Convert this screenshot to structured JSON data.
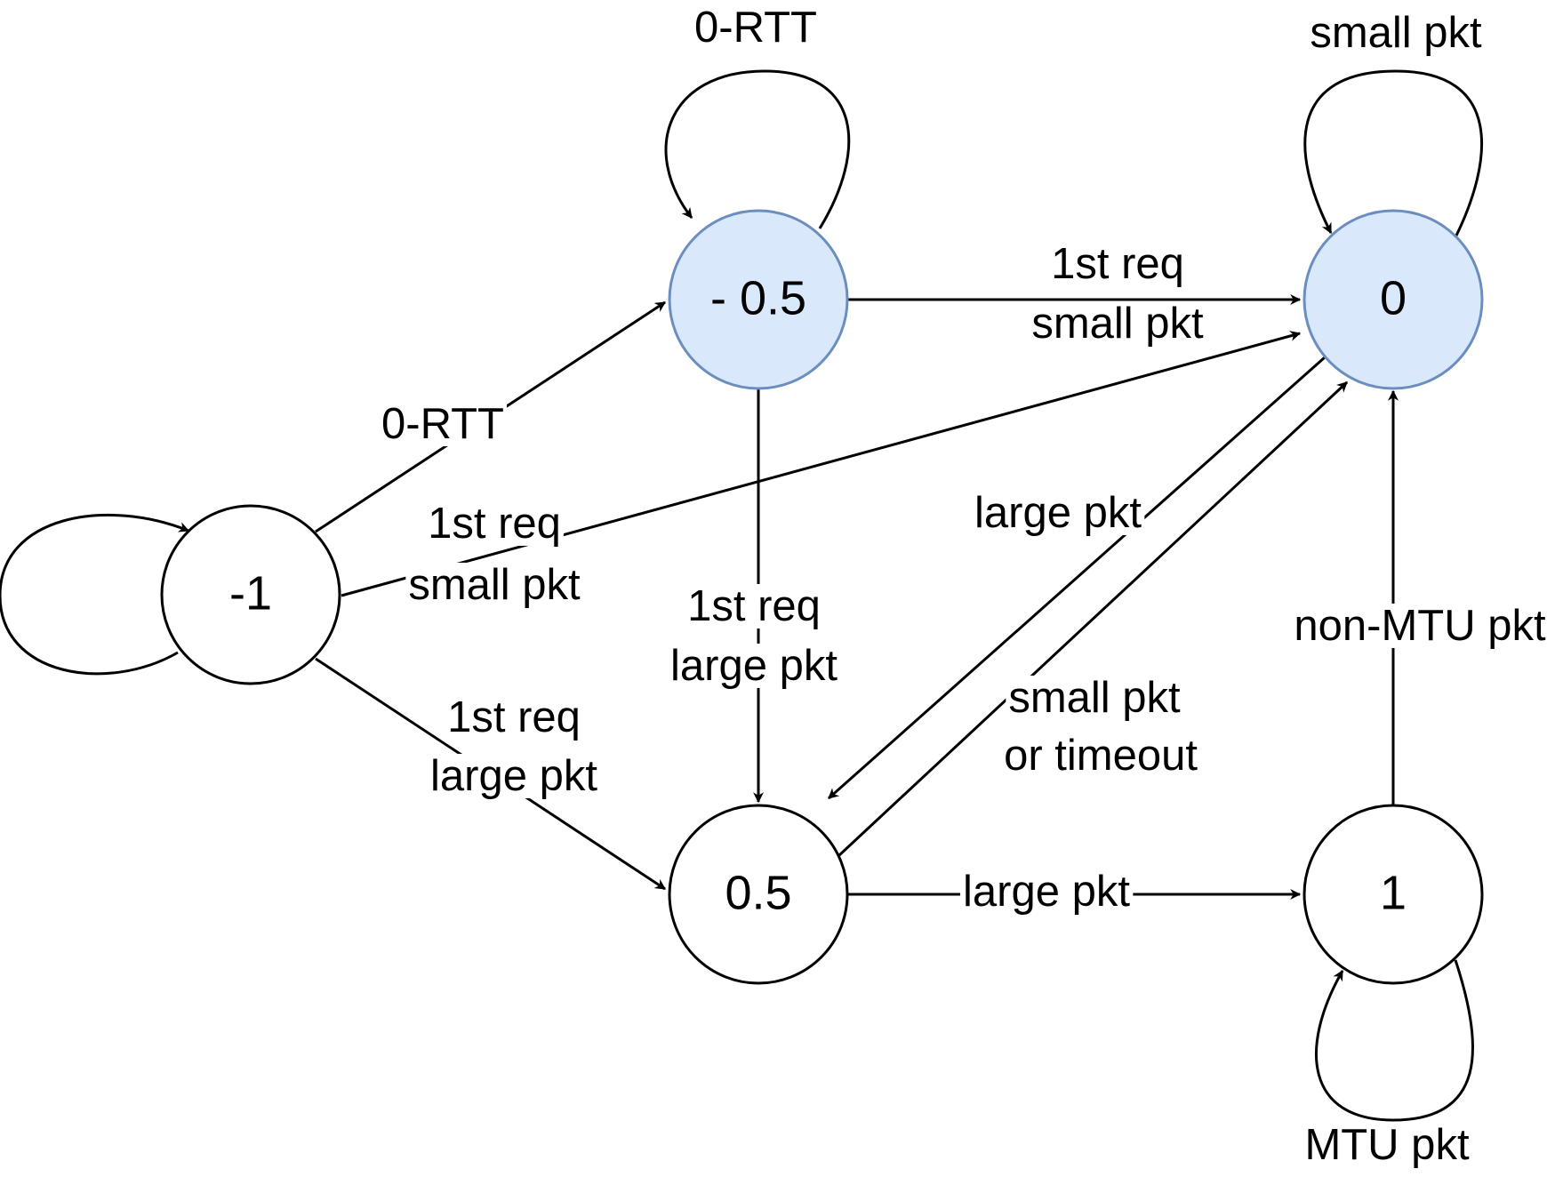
{
  "colors": {
    "edge": "#000000",
    "state_stroke": "#000000",
    "state_fill": "#ffffff",
    "highlight_fill": "#dae8fc",
    "highlight_stroke": "#6c8ebf"
  },
  "states": [
    {
      "id": "s_neg1",
      "label": "-1",
      "highlighted": false
    },
    {
      "id": "s_neg05",
      "label": "- 0.5",
      "highlighted": true
    },
    {
      "id": "s_0",
      "label": "0",
      "highlighted": true
    },
    {
      "id": "s_05",
      "label": "0.5",
      "highlighted": false
    },
    {
      "id": "s_1",
      "label": "1",
      "highlighted": false
    }
  ],
  "edges": [
    {
      "id": "e_neg1_self",
      "from": "s_neg1",
      "to": "s_neg1",
      "lines": []
    },
    {
      "id": "e_neg1_neg05",
      "from": "s_neg1",
      "to": "s_neg05",
      "lines": [
        "0-RTT"
      ]
    },
    {
      "id": "e_neg1_0",
      "from": "s_neg1",
      "to": "s_0",
      "lines": [
        "1st req",
        "small pkt"
      ]
    },
    {
      "id": "e_neg1_05",
      "from": "s_neg1",
      "to": "s_05",
      "lines": [
        "1st req",
        "large pkt"
      ]
    },
    {
      "id": "e_neg05_self",
      "from": "s_neg05",
      "to": "s_neg05",
      "lines": [
        "0-RTT"
      ]
    },
    {
      "id": "e_neg05_0",
      "from": "s_neg05",
      "to": "s_0",
      "lines": [
        "1st req",
        "small pkt"
      ]
    },
    {
      "id": "e_neg05_05",
      "from": "s_neg05",
      "to": "s_05",
      "lines": [
        "1st req",
        "large pkt"
      ]
    },
    {
      "id": "e_0_self",
      "from": "s_0",
      "to": "s_0",
      "lines": [
        "small pkt"
      ]
    },
    {
      "id": "e_0_05",
      "from": "s_0",
      "to": "s_05",
      "lines": [
        "large pkt"
      ]
    },
    {
      "id": "e_05_0",
      "from": "s_05",
      "to": "s_0",
      "lines": [
        "small pkt",
        "or timeout"
      ]
    },
    {
      "id": "e_05_1",
      "from": "s_05",
      "to": "s_1",
      "lines": [
        "large pkt"
      ]
    },
    {
      "id": "e_1_0",
      "from": "s_1",
      "to": "s_0",
      "lines": [
        "non-MTU pkt"
      ]
    },
    {
      "id": "e_1_self",
      "from": "s_1",
      "to": "s_1",
      "lines": [
        "MTU pkt"
      ]
    }
  ]
}
